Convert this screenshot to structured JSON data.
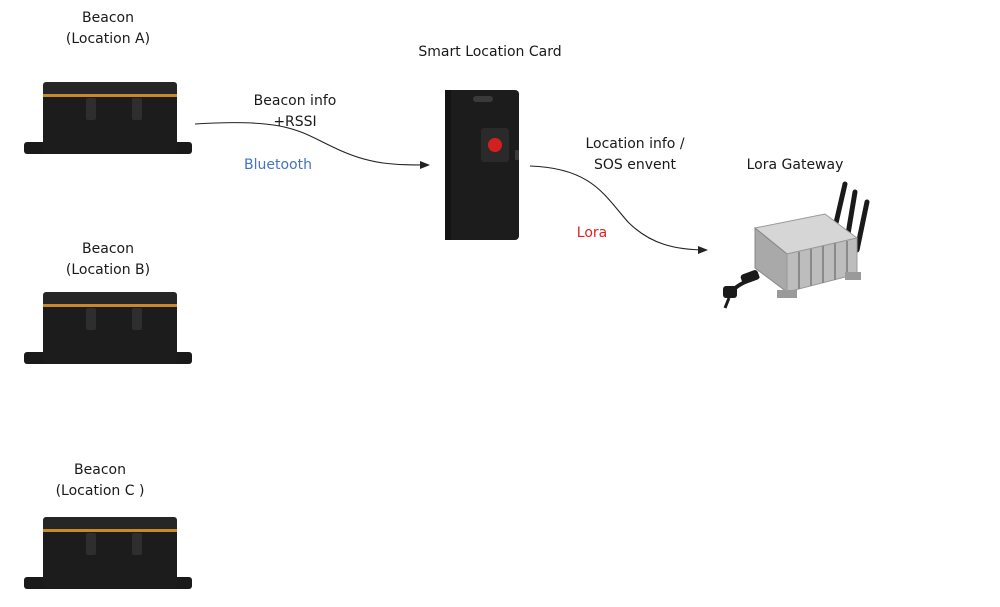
{
  "beacons": [
    {
      "name": "Beacon",
      "location": "(Location A)"
    },
    {
      "name": "Beacon",
      "location": "(Location B)"
    },
    {
      "name": "Beacon",
      "location": "(Location C )"
    }
  ],
  "card": {
    "label": "Smart Location Card"
  },
  "gateway": {
    "label": "Lora Gateway"
  },
  "link_bluetooth": {
    "line1": "Beacon info",
    "line2": "+RSSI",
    "protocol": "Bluetooth",
    "protocol_color": "#4472c4"
  },
  "link_lora": {
    "line1": "Location info /",
    "line2": "SOS envent",
    "protocol": "Lora",
    "protocol_color": "#e02020"
  },
  "colors": {
    "device_body": "#1c1c1c",
    "beacon_accent": "#c8892b",
    "sos_button": "#d21f1f",
    "gateway_body": "#b9b9b9"
  }
}
